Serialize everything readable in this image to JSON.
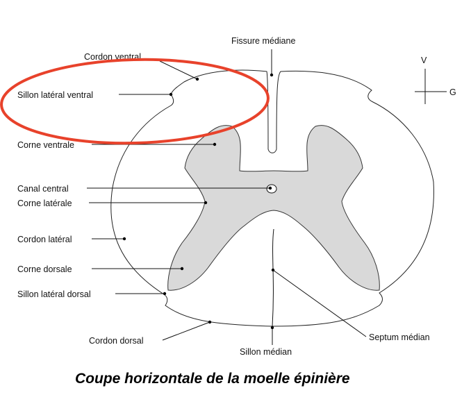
{
  "caption": "Coupe horizontale de la moelle épinière",
  "orientation": {
    "up": "V",
    "right": "G"
  },
  "labels": {
    "fissure_mediane": "Fissure médiane",
    "cordon_ventral": "Cordon ventral",
    "sillon_lateral_ventral": "Sillon latéral ventral",
    "corne_ventrale": "Corne ventrale",
    "canal_central": "Canal central",
    "corne_laterale": "Corne latérale",
    "cordon_lateral": "Cordon latéral",
    "corne_dorsale": "Corne dorsale",
    "sillon_lateral_dorsal": "Sillon latéral dorsal",
    "cordon_dorsal": "Cordon dorsal",
    "sillon_median": "Sillon médian",
    "septum_median": "Septum médian"
  },
  "colors": {
    "grey_matter": "#d9d9d9",
    "highlight": "#e8422b"
  }
}
